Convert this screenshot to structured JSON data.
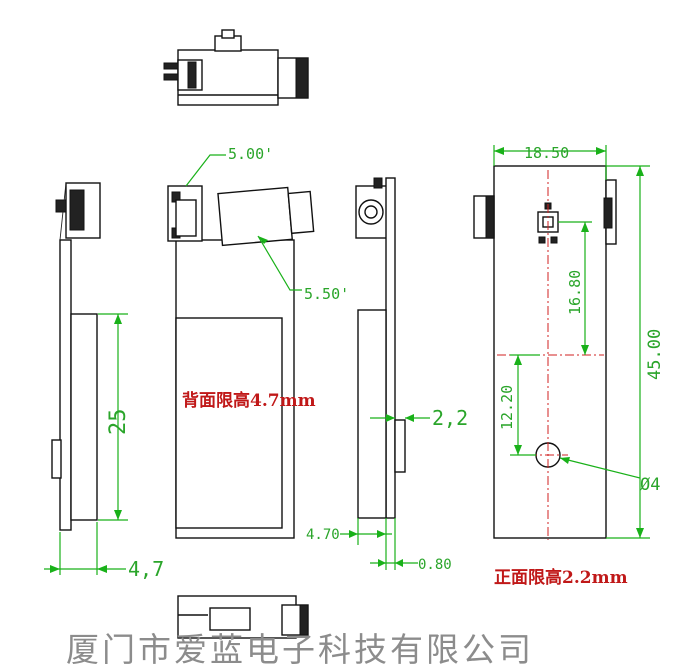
{
  "notes": {
    "back_height": "背面限高4.7mm",
    "front_height": "正面限高2.2mm"
  },
  "dimensions": {
    "angle_top": "5.00'",
    "angle_bottom": "5.50'",
    "width_top": "18.50",
    "height_total": "45.00",
    "height_upper": "16.80",
    "height_hole": "12.20",
    "hole_dia": "Ø4",
    "height_25": "25",
    "thickness_47": "4,7",
    "offset_22": "2,2",
    "thickness_470": "4.70",
    "board_080": "0.80"
  },
  "footer": {
    "company": "厦门市爱蓝电子科技有限公司"
  },
  "colors": {
    "outline": "#111111",
    "dimension": "#19b119",
    "centerline": "#d02020",
    "note": "#c01818",
    "company": "#8c8c8c"
  }
}
